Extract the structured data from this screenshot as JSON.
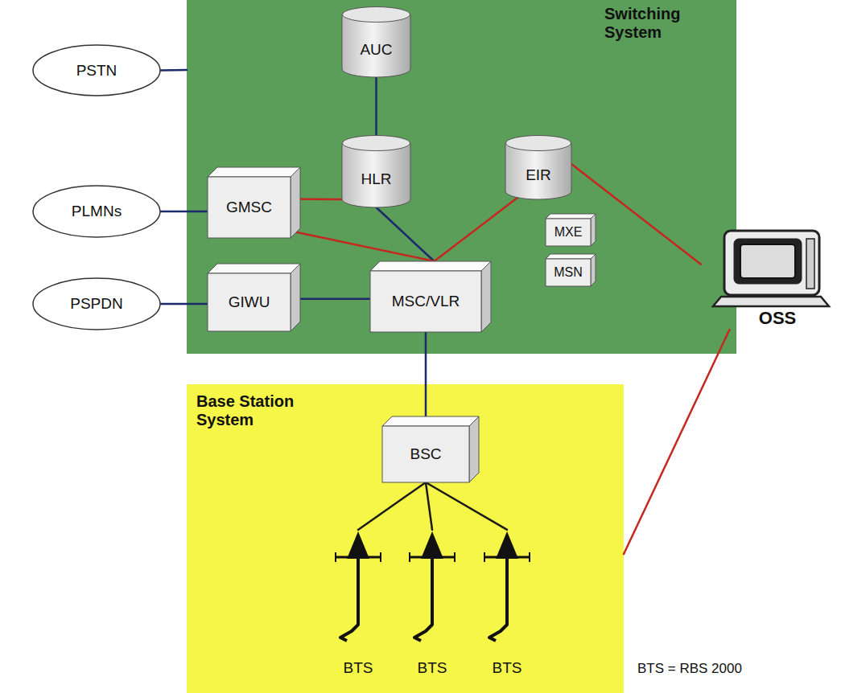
{
  "diagram": {
    "nodes": [
      {
        "text": [
          "Switching System"
        ]
      },
      {
        "text": [
          "Base Station System"
        ]
      },
      {
        "text": [
          "AUC"
        ],
        "in": 0
      },
      {
        "text": [
          "HLR"
        ],
        "in": 0
      },
      {
        "text": [
          "EIR"
        ],
        "in": 0
      },
      {
        "text": [
          "GMSC"
        ],
        "in": 0
      },
      {
        "text": [
          "MXE"
        ],
        "in": 0
      },
      {
        "text": [
          "MSN"
        ],
        "in": 0
      },
      {
        "text": [
          "GIWU"
        ],
        "in": 0
      },
      {
        "text": [
          "MSC/VLR"
        ],
        "in": 0
      },
      {
        "text": [
          "PSTN"
        ]
      },
      {
        "text": [
          "PLMNs"
        ]
      },
      {
        "text": [
          "PSPDN"
        ]
      },
      {
        "text": [
          "OSS"
        ]
      },
      {
        "text": [
          "BSC"
        ],
        "in": 1
      },
      {
        "text": [
          "BTS"
        ],
        "in": 1
      },
      {
        "text": [
          "BTS"
        ],
        "in": 1
      },
      {
        "text": [
          "BTS"
        ],
        "in": 1
      }
    ],
    "edges": [
      {
        "from": 10,
        "to": 0,
        "arrow": "none"
      },
      {
        "from": 11,
        "to": 5,
        "arrow": "none"
      },
      {
        "from": 12,
        "to": 8,
        "arrow": "none"
      },
      {
        "from": 8,
        "to": 9,
        "arrow": "none"
      },
      {
        "from": 2,
        "to": 3,
        "arrow": "none"
      },
      {
        "from": 3,
        "to": 9,
        "arrow": "none"
      },
      {
        "from": 5,
        "to": 3,
        "arrow": "none"
      },
      {
        "from": 5,
        "to": 9,
        "arrow": "none"
      },
      {
        "from": 4,
        "to": 9,
        "arrow": "none"
      },
      {
        "from": 4,
        "to": 13,
        "arrow": "none"
      },
      {
        "from": 9,
        "to": 14,
        "arrow": "none"
      },
      {
        "from": 14,
        "to": 15,
        "arrow": "none"
      },
      {
        "from": 14,
        "to": 16,
        "arrow": "none"
      },
      {
        "from": 14,
        "to": 17,
        "arrow": "none"
      },
      {
        "from": 13,
        "to": 1,
        "arrow": "none"
      }
    ],
    "labels": [
      "BTS = RBS 2000"
    ]
  }
}
